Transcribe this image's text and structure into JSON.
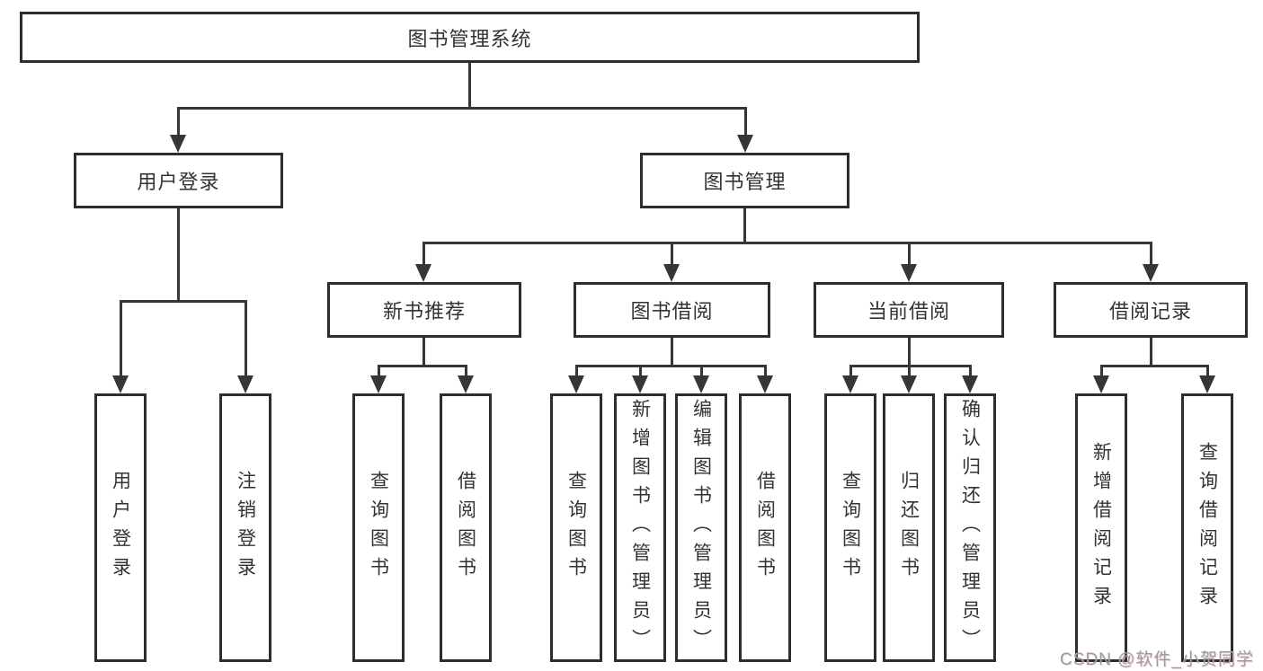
{
  "diagram": {
    "root": {
      "label": "图书管理系统"
    },
    "branches": {
      "user": {
        "label": "用户登录",
        "children": [
          "用户登录",
          "注销登录"
        ]
      },
      "book": {
        "label": "图书管理",
        "groups": [
          {
            "label": "新书推荐",
            "children": [
              "查询图书",
              "借阅图书"
            ]
          },
          {
            "label": "图书借阅",
            "children": [
              "查询图书",
              "新增图书（管理员）",
              "编辑图书（管理员）",
              "借阅图书"
            ]
          },
          {
            "label": "当前借阅",
            "children": [
              "查询图书",
              "归还图书",
              "确认归还（管理员）"
            ]
          },
          {
            "label": "借阅记录",
            "children": [
              "新增借阅记录",
              "查询借阅记录"
            ]
          }
        ]
      }
    }
  },
  "watermark": "CSDN @软件_小贺同学",
  "colors": {
    "background": "#ffffff",
    "border": "#2d2d2d",
    "line": "#363636",
    "text": "#333333",
    "watermark": "#9c9c9c"
  }
}
